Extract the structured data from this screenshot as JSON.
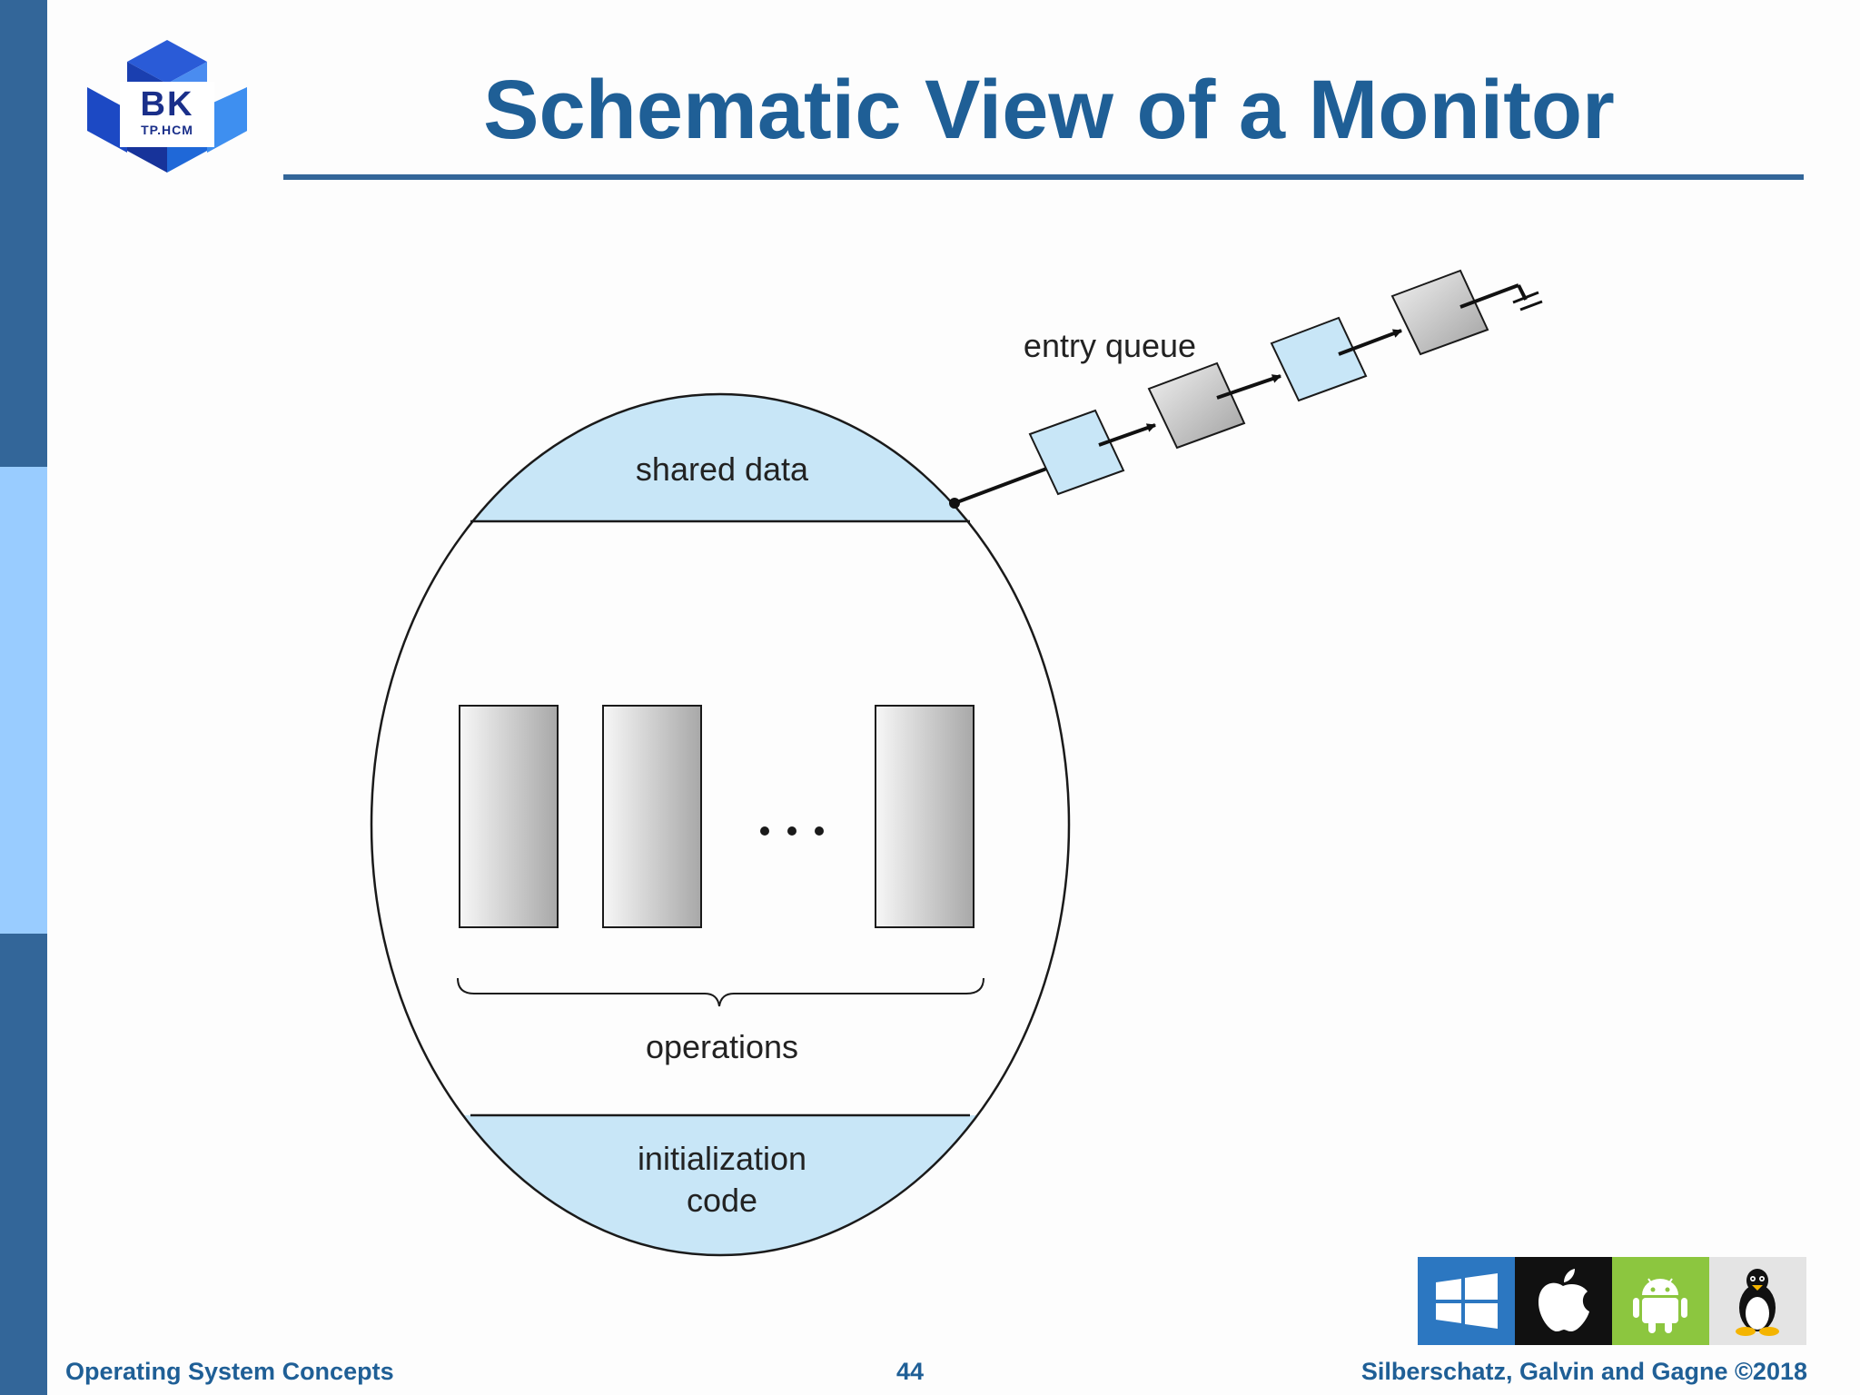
{
  "slide": {
    "title": "Schematic View of a Monitor"
  },
  "logo": {
    "main": "BK",
    "sub": "TP.HCM"
  },
  "diagram": {
    "shared_data": "shared data",
    "operations": "operations",
    "init_line1": "initialization",
    "init_line2": "code",
    "entry_queue": "entry queue",
    "ellipsis": "• • •"
  },
  "os_logos": [
    {
      "name": "windows-icon",
      "color": "#2c77c1"
    },
    {
      "name": "apple-icon",
      "color": "#111111"
    },
    {
      "name": "android-icon",
      "color": "#8cc63f"
    },
    {
      "name": "linux-icon",
      "color": "#e4e4e4"
    }
  ],
  "footer": {
    "left": "Operating System Concepts",
    "page": "44",
    "right": "Silberschatz, Galvin and Gagne ©2018"
  },
  "colors": {
    "accent": "#336699",
    "accent_light": "#99ccff",
    "title": "#1f5f96",
    "section_fill": "#c8e6f7"
  }
}
